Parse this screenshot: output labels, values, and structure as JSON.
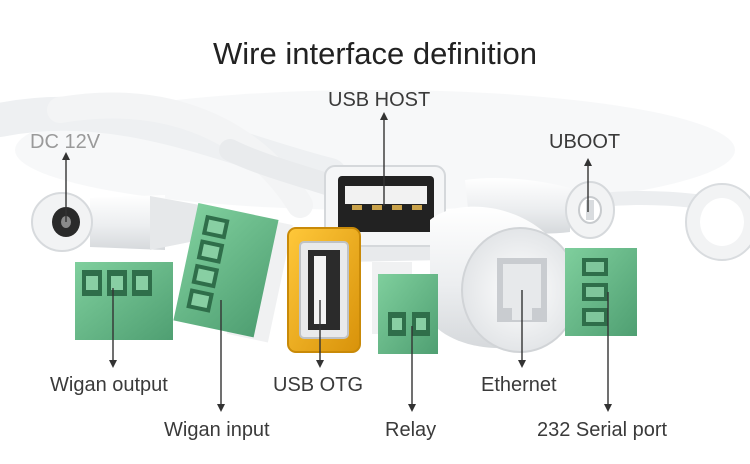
{
  "title": "Wire interface definition",
  "labels": {
    "dc": "DC 12V",
    "usb_host": "USB HOST",
    "uboot": "UBOOT",
    "wigan_output": "Wigan output",
    "wigan_input": "Wigan input",
    "usb_otg": "USB OTG",
    "relay": "Relay",
    "ethernet": "Ethernet",
    "serial": "232 Serial port"
  },
  "colors": {
    "terminal_green": "#6cc08f",
    "usb_yellow": "#f2b21a",
    "cable_white": "#f4f5f6",
    "label_text": "#3a3a3a",
    "dc_label": "#9a9a9a"
  }
}
